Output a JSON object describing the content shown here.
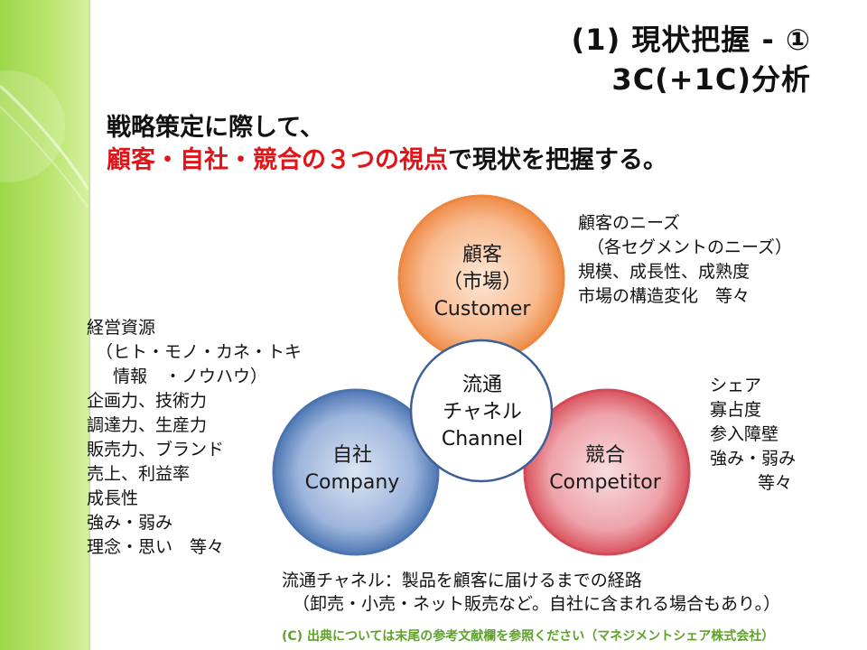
{
  "title": {
    "line1": "(1) 現状把握 - ①",
    "line2": "3C(+1C)分析"
  },
  "intro": {
    "line1": "戦略策定に際して、",
    "line2_red": "顧客・自社・競合の３つの視点",
    "line2_black": "で現状を把握する。"
  },
  "circles": {
    "customer": {
      "line1": "顧客",
      "line2": "（市場）",
      "line3": "Customer"
    },
    "company": {
      "line1": "自社",
      "line2": "Company"
    },
    "competitor": {
      "line1": "競合",
      "line2": "Competitor"
    },
    "channel": {
      "line1": "流通",
      "line2": "チャネル",
      "line3": "Channel"
    }
  },
  "notes": {
    "customer": [
      "顧客のニーズ",
      "（各セグメントのニーズ）",
      "規模、成長性、成熟度",
      "市場の構造変化　等々"
    ],
    "company": [
      "経営資源",
      "（ヒト・モノ・カネ・トキ",
      "　情報　・ノウハウ）",
      "企画力、技術力",
      "調達力、生産力",
      "販売力、ブランド",
      "売上、利益率",
      "成長性",
      "強み・弱み",
      "理念・思い　等々"
    ],
    "competitor": [
      "シェア",
      "寡占度",
      "参入障壁",
      "強み・弱み",
      "等々"
    ]
  },
  "channel_note": {
    "line1": "流通チャネル：製品を顧客に届けるまでの経路",
    "line2": "（卸売・小売・ネット販売など。自社に含まれる場合もあり。）"
  },
  "footer": "(C) 出典については末尾の参考文献欄を参照ください（マネジメントシェア株式会社）",
  "colors": {
    "customer": "#f6a36a",
    "company": "#5f86c0",
    "competitor": "#e3707b",
    "accent_red": "#e0151a",
    "sidebar_green": "#a8dc58"
  }
}
